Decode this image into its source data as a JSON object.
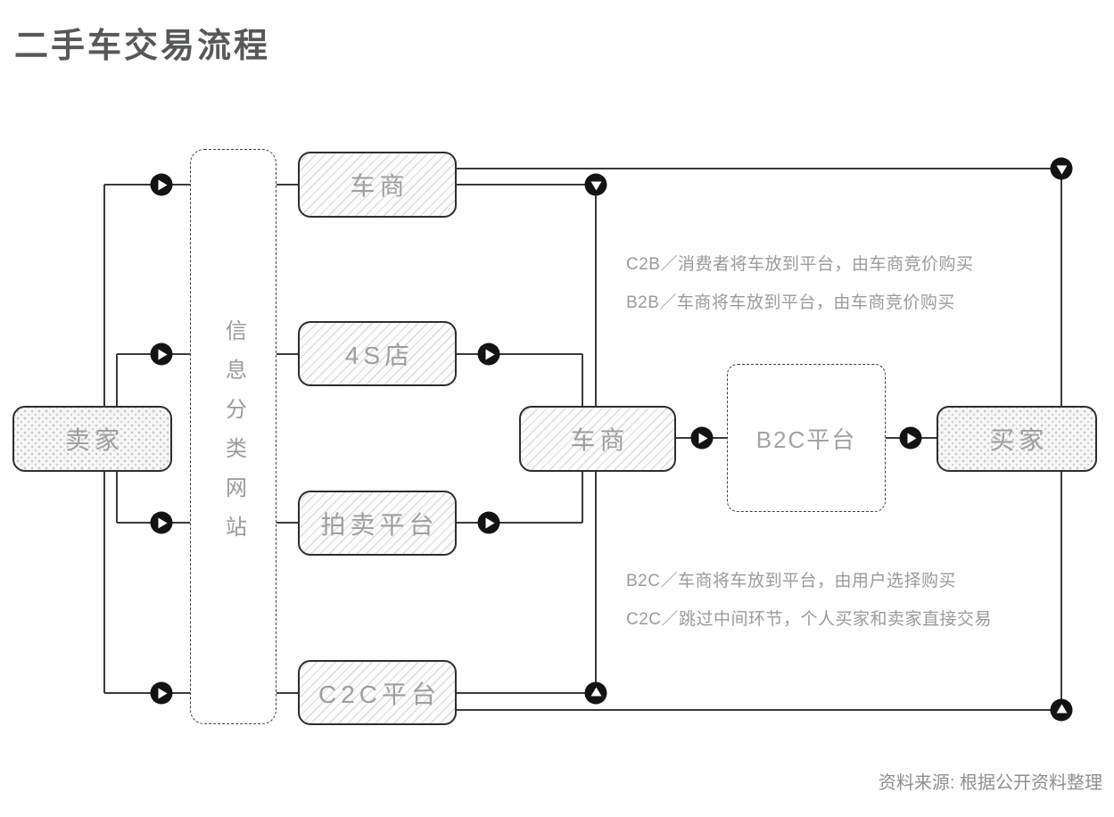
{
  "title": "二手车交易流程",
  "nodes": {
    "seller": {
      "label": "卖家"
    },
    "info_site": {
      "label": "信息分类网站"
    },
    "dealer_top": {
      "label": "车商"
    },
    "shop_4s": {
      "label": "4S店"
    },
    "auction": {
      "label": "拍卖平台"
    },
    "c2c_platform": {
      "label": "C2C平台"
    },
    "dealer_mid": {
      "label": "车商"
    },
    "b2c_platform": {
      "label": "B2C平台"
    },
    "buyer": {
      "label": "买家"
    }
  },
  "annotations": {
    "c2b": "C2B／消费者将车放到平台，由车商竞价购买",
    "b2b": "B2B／车商将车放到平台，由车商竞价购买",
    "b2c": "B2C／车商将车放到平台，由用户选择购买",
    "c2c": "C2C／跳过中间环节，个人买家和卖家直接交易"
  },
  "source_note": "资料来源: 根据公开资料整理",
  "colors": {
    "line": "#3a3a3a",
    "box_border": "#2e2e2e",
    "box_label_text": "#9e9e9e",
    "annotation_text": "#9b9b9b",
    "title_text": "#57585a",
    "arrow_circle": "#131313",
    "arrow_glyph": "#ffffff",
    "hatch_line": "#dcdcdc",
    "dot_fill": "#c6c6c6"
  }
}
